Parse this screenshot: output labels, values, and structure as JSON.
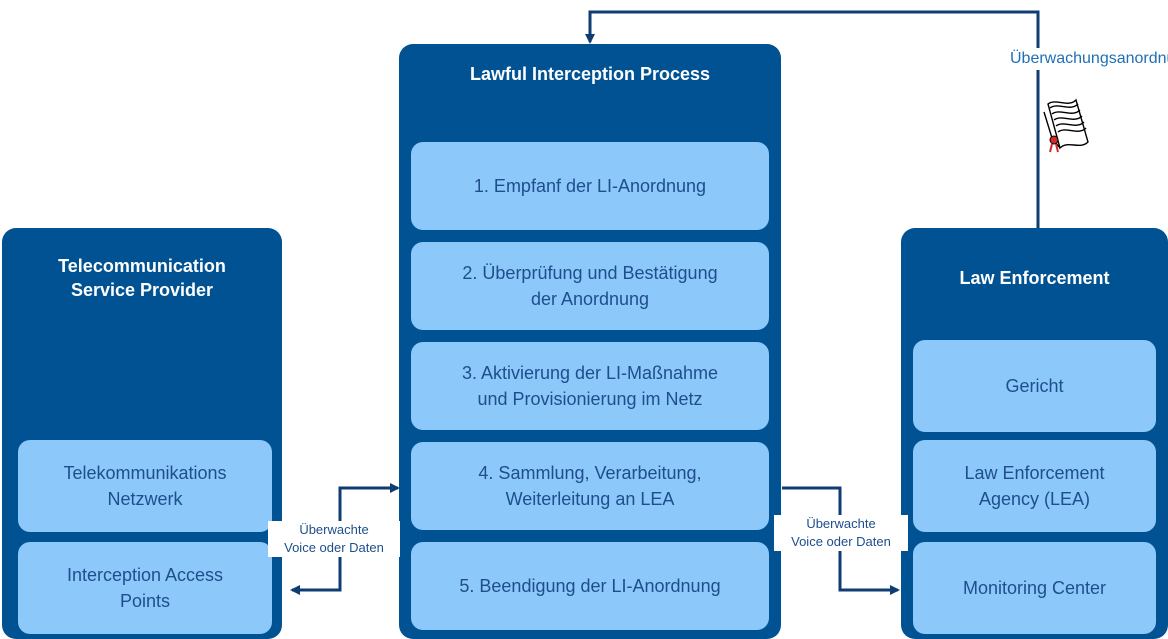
{
  "panels": {
    "left": {
      "title": "Telecommunication\nService Provider"
    },
    "center": {
      "title": "Lawful Interception Process"
    },
    "right": {
      "title": "Law Enforcement"
    }
  },
  "left_boxes": [
    "Telekommunikations\nNetzwerk",
    "Interception Access\nPoints"
  ],
  "process_steps": [
    "1. Empfanf der LI-Anordnung",
    "2. Überprüfung und Bestätigung\nder Anordnung",
    "3. Aktivierung der LI-Maßnahme\nund Provisionierung im Netz",
    "4. Sammlung, Verarbeitung,\nWeiterleitung an LEA",
    "5. Beendigung der LI-Anordnung"
  ],
  "right_boxes": [
    "Gericht",
    "Law Enforcement\nAgency (LEA)",
    "Monitoring Center"
  ],
  "edges": {
    "left_link_label": "Überwachte\nVoice oder Daten",
    "right_link_label": "Überwachte\nVoice oder Daten",
    "order_label": "Überwachungsanordnung"
  },
  "colors": {
    "panel": "#005293",
    "box": "#8cc8fa",
    "box_text": "#1f4e8c",
    "line": "#0f3d73",
    "order_label": "#1f6fb5"
  },
  "icons": {
    "document": "court-order-document-icon"
  }
}
